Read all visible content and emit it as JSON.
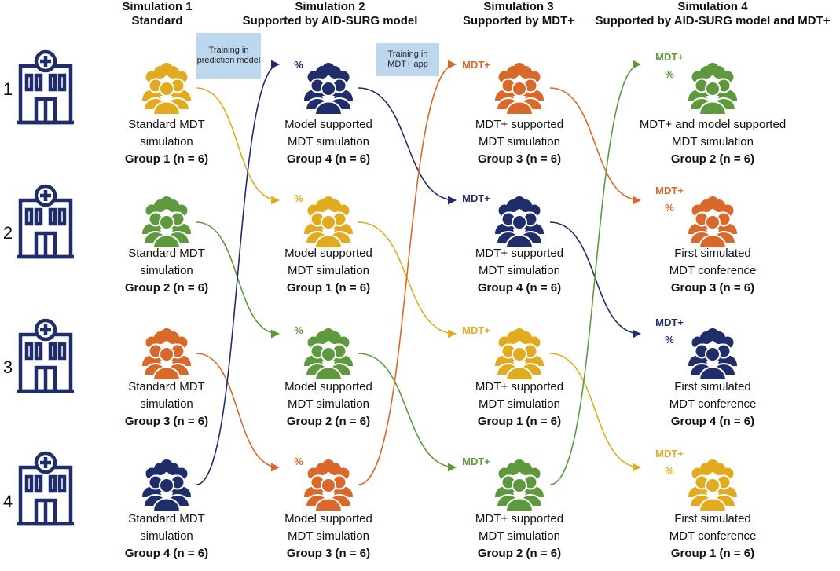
{
  "colors": {
    "yellow": "#e2ab1f",
    "green": "#5e9a3d",
    "orange": "#d8692b",
    "navy": "#1f2d6b",
    "note_bg": "#bdd7ee"
  },
  "headers": [
    {
      "line1": "Simulation 1",
      "line2": "Standard"
    },
    {
      "line1": "Simulation 2",
      "line2": "Supported by AID-SURG model"
    },
    {
      "line1": "Simulation 3",
      "line2": "Supported by MDT+"
    },
    {
      "line1": "Simulation 4",
      "line2": "Supported by AID-SURG model and MDT+"
    }
  ],
  "notes": [
    {
      "text": "Training in prediction model"
    },
    {
      "text": "Training in MDT+ app"
    }
  ],
  "rows": [
    "1",
    "2",
    "3",
    "4"
  ],
  "columns": [
    {
      "groups": [
        {
          "color": "yellow",
          "tag": "",
          "line1": "Standard MDT",
          "line2": "simulation",
          "line3": "Group 1 (n = 6)"
        },
        {
          "color": "green",
          "tag": "",
          "line1": "Standard MDT",
          "line2": "simulation",
          "line3": "Group 2 (n = 6)"
        },
        {
          "color": "orange",
          "tag": "",
          "line1": "Standard MDT",
          "line2": "simulation",
          "line3": "Group 3 (n = 6)"
        },
        {
          "color": "navy",
          "tag": "",
          "line1": "Standard MDT",
          "line2": "simulation",
          "line3": "Group 4 (n = 6)"
        }
      ]
    },
    {
      "groups": [
        {
          "color": "navy",
          "tag": "%",
          "line1": "Model supported",
          "line2": "MDT simulation",
          "line3": "Group 4 (n = 6)"
        },
        {
          "color": "yellow",
          "tag": "%",
          "line1": "Model supported",
          "line2": "MDT simulation",
          "line3": "Group 1 (n = 6)"
        },
        {
          "color": "green",
          "tag": "%",
          "line1": "Model supported",
          "line2": "MDT simulation",
          "line3": "Group 2 (n = 6)"
        },
        {
          "color": "orange",
          "tag": "%",
          "line1": "Model supported",
          "line2": "MDT simulation",
          "line3": "Group 3 (n = 6)"
        }
      ]
    },
    {
      "groups": [
        {
          "color": "orange",
          "tag": "MDT+",
          "line1": "MDT+ supported",
          "line2": "MDT simulation",
          "line3": "Group 3 (n = 6)"
        },
        {
          "color": "navy",
          "tag": "MDT+",
          "line1": "MDT+ supported",
          "line2": "MDT simulation",
          "line3": "Group 4 (n = 6)"
        },
        {
          "color": "yellow",
          "tag": "MDT+",
          "line1": "MDT+ supported",
          "line2": "MDT simulation",
          "line3": "Group 1 (n = 6)"
        },
        {
          "color": "green",
          "tag": "MDT+",
          "line1": "MDT+ supported",
          "line2": "MDT simulation",
          "line3": "Group 2 (n = 6)"
        }
      ]
    },
    {
      "groups": [
        {
          "color": "green",
          "tag": "MDT+",
          "tag2": "%",
          "line1": "MDT+ and model supported",
          "line2": "MDT simulation",
          "line3": "Group 2 (n = 6)"
        },
        {
          "color": "orange",
          "tag": "MDT+",
          "tag2": "%",
          "line1": "First simulated",
          "line2": "MDT conference",
          "line3": "Group 3 (n = 6)"
        },
        {
          "color": "navy",
          "tag": "MDT+",
          "tag2": "%",
          "line1": "First simulated",
          "line2": "MDT conference",
          "line3": "Group 4 (n = 6)"
        },
        {
          "color": "yellow",
          "tag": "MDT+",
          "tag2": "%",
          "line1": "First simulated",
          "line2": "MDT conference",
          "line3": "Group 1 (n = 6)"
        }
      ]
    }
  ],
  "flows": [
    {
      "color": "yellow",
      "from": [
        0,
        0
      ],
      "to": [
        1,
        1
      ]
    },
    {
      "color": "green",
      "from": [
        0,
        1
      ],
      "to": [
        1,
        2
      ]
    },
    {
      "color": "orange",
      "from": [
        0,
        2
      ],
      "to": [
        1,
        3
      ]
    },
    {
      "color": "navy",
      "from": [
        0,
        3
      ],
      "to": [
        1,
        0
      ]
    },
    {
      "color": "navy",
      "from": [
        1,
        0
      ],
      "to": [
        2,
        1
      ]
    },
    {
      "color": "yellow",
      "from": [
        1,
        1
      ],
      "to": [
        2,
        2
      ]
    },
    {
      "color": "green",
      "from": [
        1,
        2
      ],
      "to": [
        2,
        3
      ]
    },
    {
      "color": "orange",
      "from": [
        1,
        3
      ],
      "to": [
        2,
        0
      ]
    },
    {
      "color": "orange",
      "from": [
        2,
        0
      ],
      "to": [
        3,
        1
      ]
    },
    {
      "color": "navy",
      "from": [
        2,
        1
      ],
      "to": [
        3,
        2
      ]
    },
    {
      "color": "yellow",
      "from": [
        2,
        2
      ],
      "to": [
        3,
        3
      ]
    },
    {
      "color": "green",
      "from": [
        2,
        3
      ],
      "to": [
        3,
        0
      ]
    }
  ]
}
